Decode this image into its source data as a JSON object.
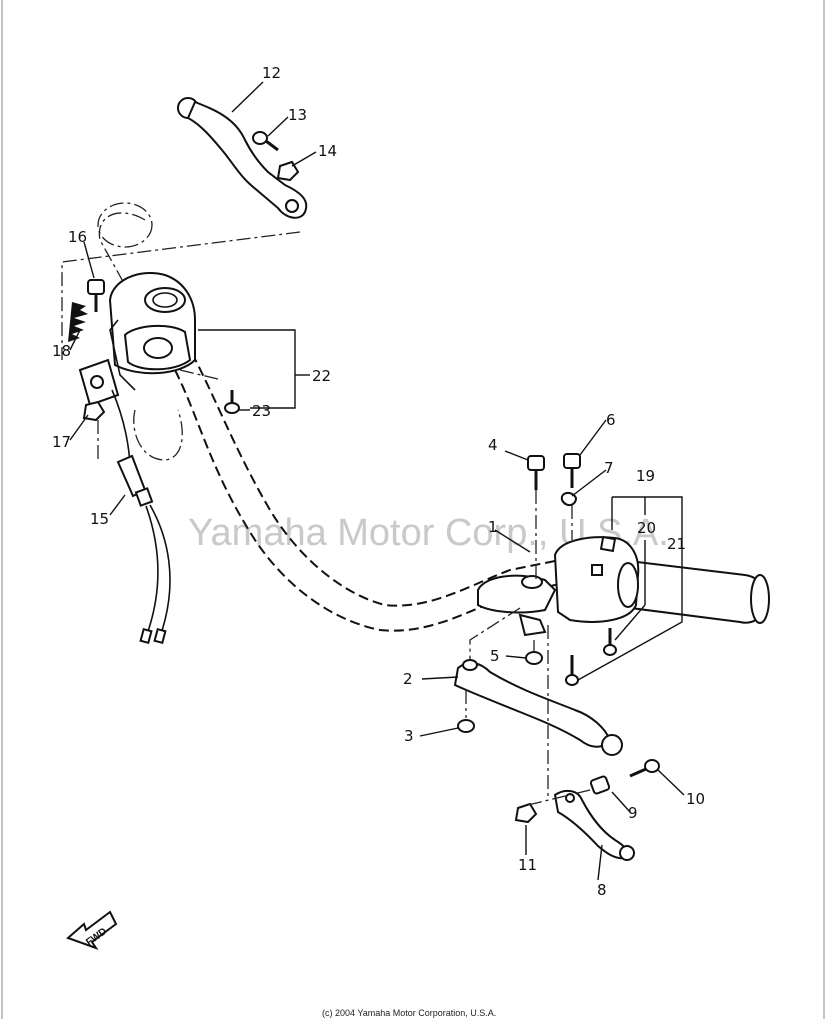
{
  "diagram": {
    "watermark": "Yamaha Motor Corp., U.S.A.",
    "copyright": "(c) 2004 Yamaha Motor Corporation, U.S.A.",
    "fwd_label": "FWD",
    "callouts": {
      "c1": "1",
      "c2": "2",
      "c3": "3",
      "c4": "4",
      "c5": "5",
      "c6": "6",
      "c7": "7",
      "c8": "8",
      "c9": "9",
      "c10": "10",
      "c11": "11",
      "c12": "12",
      "c13": "13",
      "c14": "14",
      "c15": "15",
      "c16": "16",
      "c17": "17",
      "c18": "18",
      "c19": "19",
      "c20": "20",
      "c21": "21",
      "c22": "22",
      "c23": "23"
    }
  }
}
